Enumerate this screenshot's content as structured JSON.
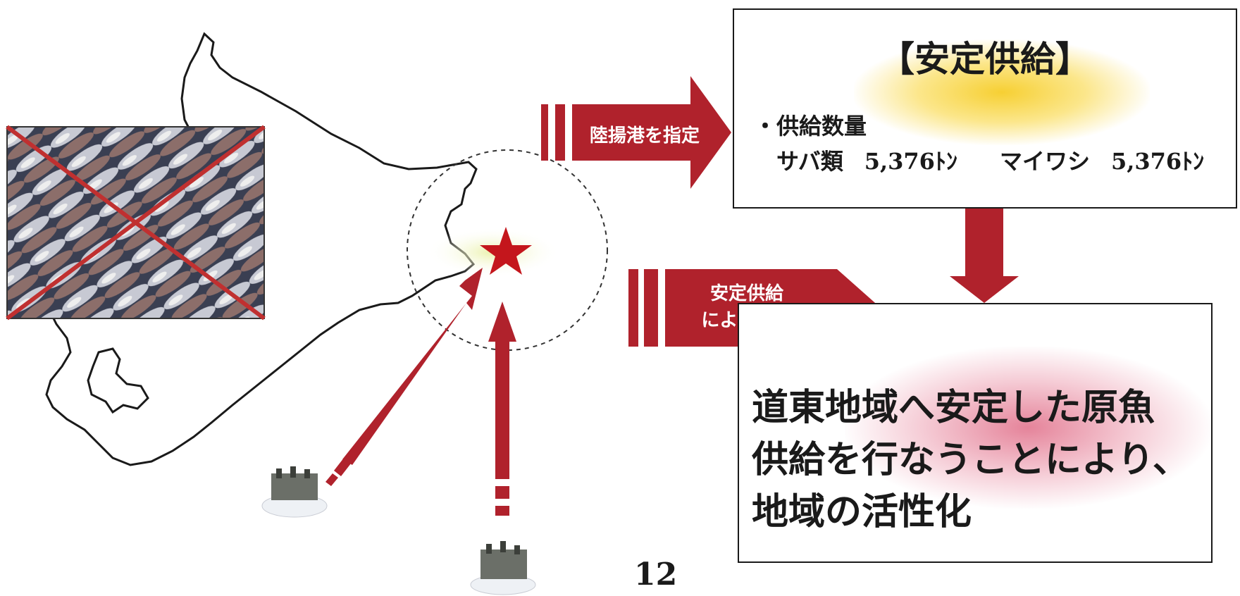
{
  "supply_box": {
    "title": "【安定供給】",
    "bullet": "・供給数量",
    "item1_name": "サバ類",
    "item1_value": "5,376ﾄﾝ",
    "item2_name": "マイワシ",
    "item2_value": "5,376ﾄﾝ"
  },
  "arrows": {
    "port_label": "陸揚港を指定",
    "effect_label_line1": "安定供給",
    "effect_label_line2": "による効果"
  },
  "effect_box": {
    "line1": "道東地域へ安定した原魚",
    "line2": "供給を行なうことにより、",
    "line3": "地域の活性化"
  },
  "page_number": "12",
  "colors": {
    "accent_red": "#b0222c",
    "star_red": "#c4161c",
    "outline": "#1a1a1a"
  },
  "icons": {
    "marker": "star-icon",
    "photo": "fish-market-photo",
    "boats": "fishing-boat-icon"
  }
}
